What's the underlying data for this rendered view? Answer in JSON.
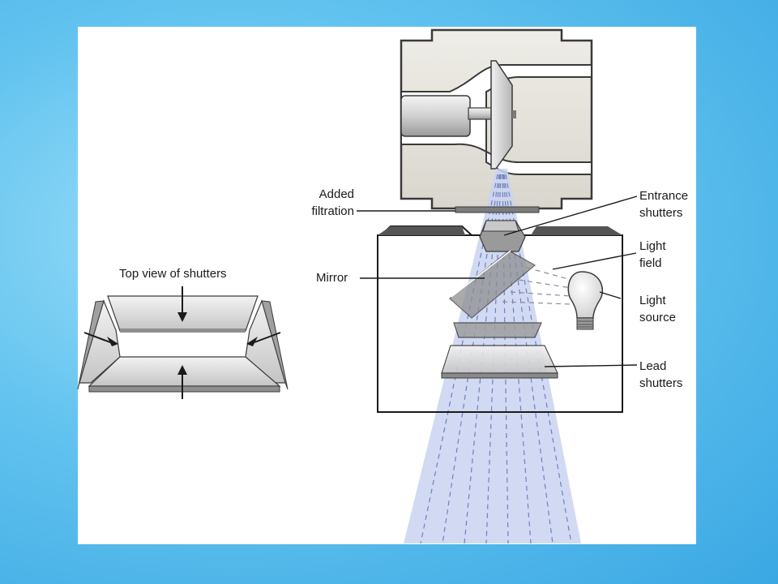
{
  "labels": {
    "top_view": "Top view of shutters",
    "added_filtration_1": "Added",
    "added_filtration_2": "filtration",
    "entrance_shutters_1": "Entrance",
    "entrance_shutters_2": "shutters",
    "light_field_1": "Light",
    "light_field_2": "field",
    "mirror": "Mirror",
    "light_source_1": "Light",
    "light_source_2": "source",
    "lead_shutters_1": "Lead",
    "lead_shutters_2": "shutters"
  },
  "colors": {
    "beam": "#c9d3f0",
    "beam_dash": "#6f7fc0",
    "housing": "#e8e6e0",
    "housing_stroke": "#3a3a3a",
    "shutter_gray": "#a9a9a9",
    "background_blue": "#4fb6ea"
  }
}
